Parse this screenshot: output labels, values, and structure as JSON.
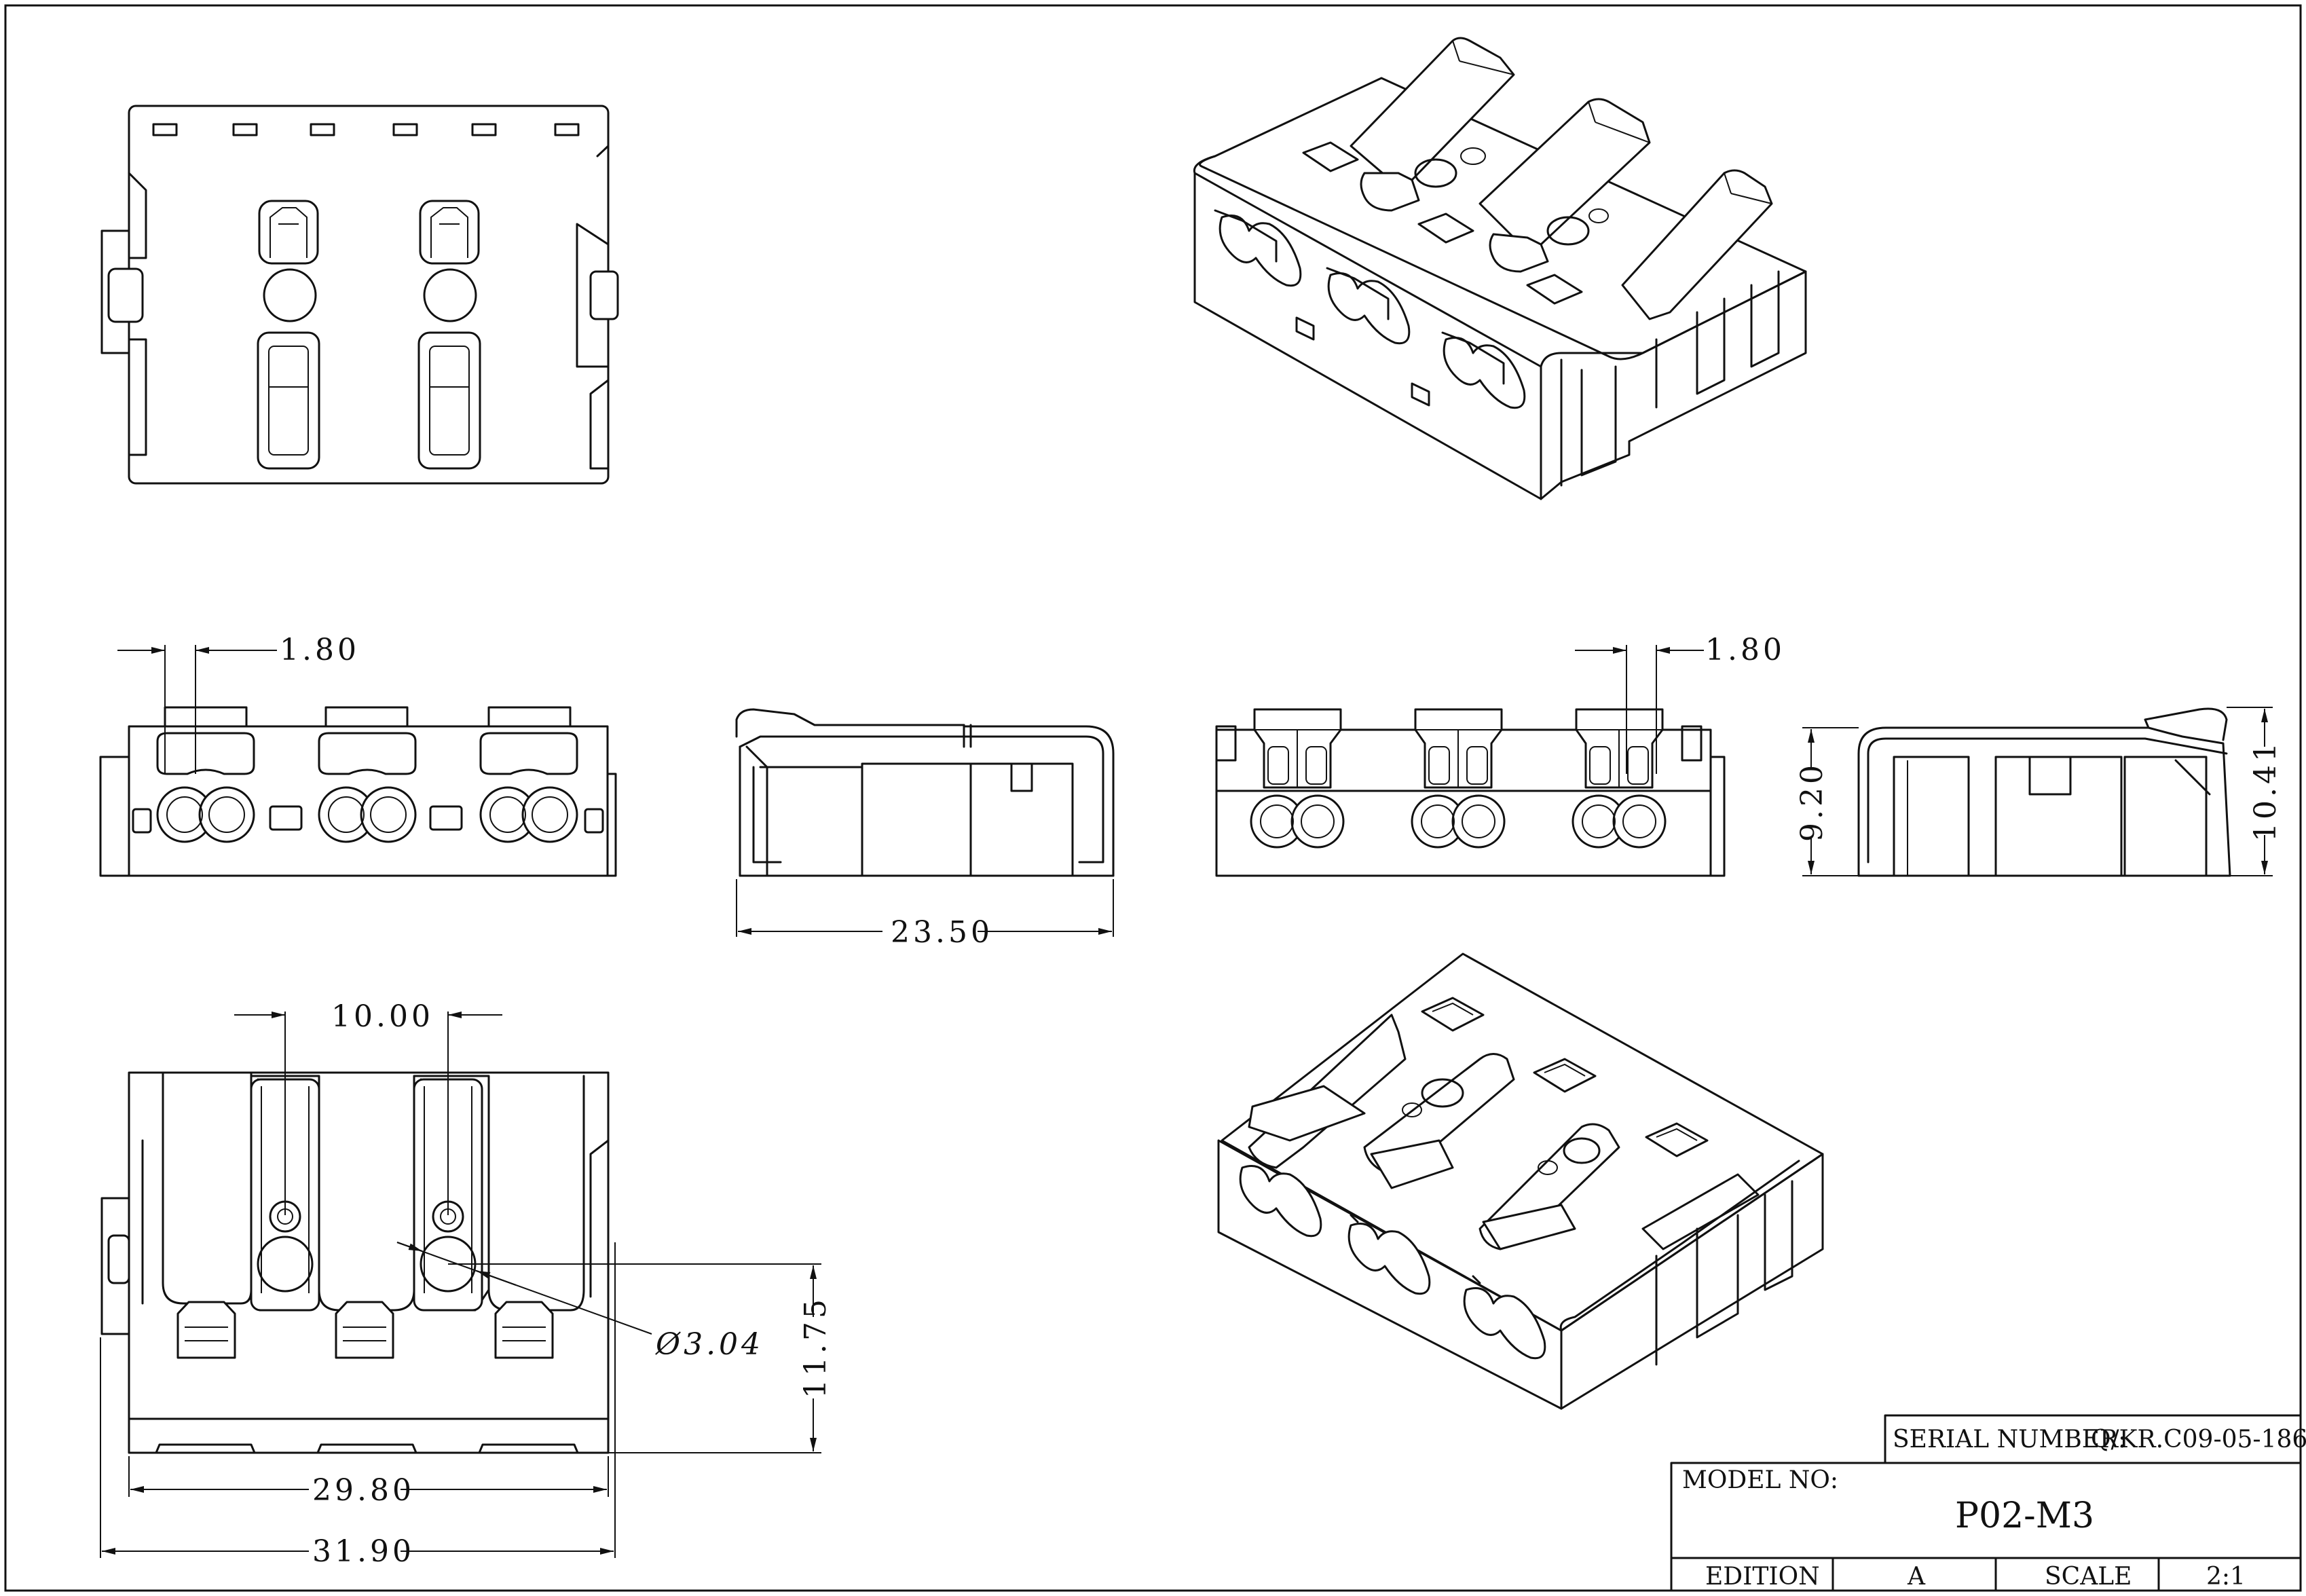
{
  "dimensions": {
    "top_left_spacing": "1.80",
    "top_right_spacing": "1.80",
    "side_length": "23.50",
    "height_left": "9.20",
    "height_right": "10.41",
    "pitch": "10.00",
    "hole_diameter": "Ø3.04",
    "depth": "11.75",
    "inner_width": "29.80",
    "overall_width": "31.90"
  },
  "title_block": {
    "serial_label": "SERIAL NUMBER:",
    "serial_value": "Q/KR.C09-05-186",
    "model_label": "MODEL NO:",
    "model_value": "P02-M3",
    "edition_label": "EDITION",
    "edition_value": "A",
    "scale_label": "SCALE",
    "scale_value": "2:1"
  }
}
